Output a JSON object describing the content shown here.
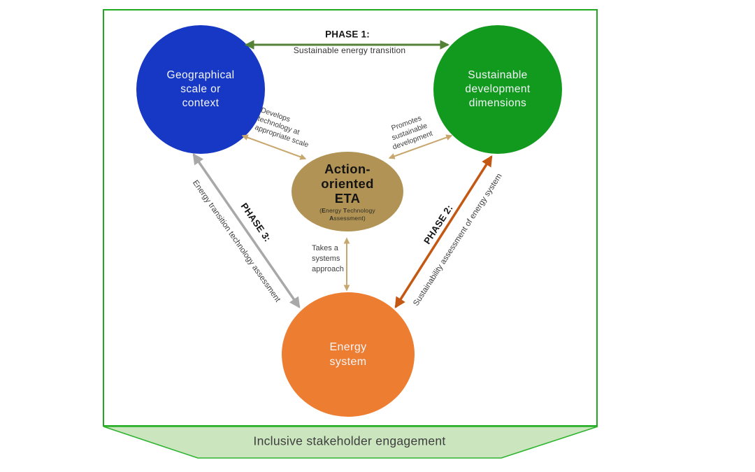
{
  "diagram": {
    "title_hidden": "",
    "nodes": {
      "geographical": {
        "lines": [
          "Geographical",
          "scale or",
          "context"
        ],
        "color": "#1638c4"
      },
      "sustainable": {
        "lines": [
          "Sustainable",
          "development",
          "dimensions"
        ],
        "color": "#129a1e"
      },
      "energy": {
        "lines": [
          "Energy",
          "system"
        ],
        "color": "#ed7d31"
      },
      "eta": {
        "title_lines": [
          "Action-",
          "oriented",
          "ETA"
        ],
        "subtitle_tokens": {
          "open": "(",
          "b1": "E",
          "r1": "nergy ",
          "b2": "T",
          "r2": "echnology",
          "b3": "A",
          "r3": "ssessment)"
        },
        "color": "#b29356"
      }
    },
    "edges": {
      "phase1": {
        "label": "PHASE 1:",
        "description": "Sustainable energy transition",
        "color": "#538135"
      },
      "phase2": {
        "label": "PHASE 2:",
        "description": "Sustainability assessment of energy system",
        "color": "#c45813"
      },
      "phase3": {
        "label": "PHASE 3:",
        "description": "Energy transition technology assessment",
        "color": "#a8a8a8"
      },
      "geo_eta": {
        "lines": [
          "Develops",
          "technology at",
          "appropriate scale"
        ],
        "color": "#c8a76e"
      },
      "sdd_eta": {
        "lines": [
          "Promotes",
          "sustainable",
          "development"
        ],
        "color": "#c8a76e"
      },
      "energy_eta": {
        "lines": [
          "Takes a",
          "systems",
          "approach"
        ],
        "color": "#c8a76e"
      }
    },
    "banner": {
      "text": "Inclusive stakeholder engagement",
      "fill": "#cbe5bf",
      "border": "#2eb42e"
    },
    "frame_color": "#22a922"
  }
}
